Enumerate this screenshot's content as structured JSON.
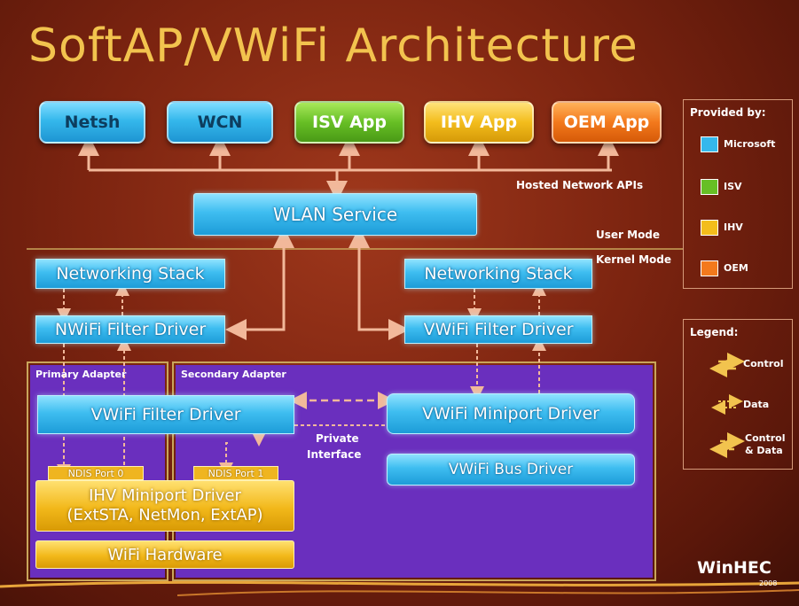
{
  "title": "SoftAP/VWiFi Architecture",
  "apps": {
    "netsh": "Netsh",
    "wcn": "WCN",
    "isv_app": "ISV App",
    "ihv_app": "IHV App",
    "oem_app": "OEM App"
  },
  "hosted_network_apis": "Hosted Network APIs",
  "wlan_service": "WLAN Service",
  "user_mode": "User Mode",
  "kernel_mode": "Kernel Mode",
  "left_stack": {
    "networking_stack": "Networking Stack",
    "nwifi_filter": "NWiFi Filter Driver"
  },
  "right_stack": {
    "networking_stack": "Networking Stack",
    "vwifi_filter": "VWiFi Filter Driver"
  },
  "primary_adapter": "Primary Adapter",
  "secondary_adapter": "Secondary Adapter",
  "vwifi_filter_driver": "VWiFi Filter Driver",
  "vwifi_miniport_driver": "VWiFi Miniport Driver",
  "vwifi_bus_driver": "VWiFi Bus Driver",
  "private_interface_line1": "Private",
  "private_interface_line2": "Interface",
  "ndis_port_0": "NDIS Port 0",
  "ndis_port_1": "NDIS Port 1",
  "ihv_miniport_line1": "IHV Miniport Driver",
  "ihv_miniport_line2": "(ExtSTA, NetMon, ExtAP)",
  "wifi_hardware": "WiFi Hardware",
  "provided_by": {
    "heading": "Provided by:",
    "items": [
      {
        "label": "Microsoft",
        "color": "#35b8ec"
      },
      {
        "label": "ISV",
        "color": "#67bf25"
      },
      {
        "label": "IHV",
        "color": "#f3bd1c"
      },
      {
        "label": "OEM",
        "color": "#f3791c"
      }
    ]
  },
  "legend": {
    "heading": "Legend:",
    "control": "Control",
    "data": "Data",
    "control_data_line1": "Control",
    "control_data_line2": "& Data"
  },
  "logo": {
    "brand": "WinHEC",
    "year": "2008"
  },
  "colors": {
    "arrow": "#f2b89a",
    "frame": "#c9a55a",
    "purple": "#6a2fbe"
  }
}
